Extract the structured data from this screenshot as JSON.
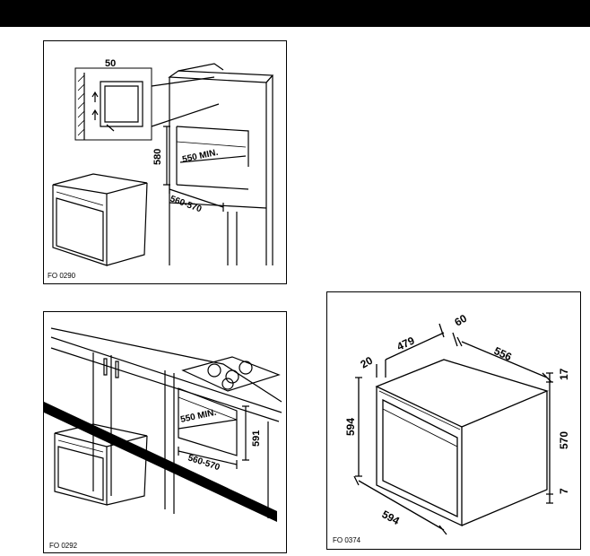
{
  "header": {
    "bar_color": "#000000"
  },
  "fig1": {
    "code": "FO 0290",
    "dim_gap": "50",
    "dim_height": "580",
    "dim_opening": "550 MIN.",
    "dim_width": "560-570"
  },
  "fig2": {
    "code": "FO 0292",
    "dim_opening": "550 MIN.",
    "dim_height": "591",
    "dim_width": "560-570"
  },
  "fig3": {
    "code": "FO 0374",
    "dim_20": "20",
    "dim_479": "479",
    "dim_60": "60",
    "dim_556": "556",
    "dim_17": "17",
    "dim_594h": "594",
    "dim_570": "570",
    "dim_7": "7",
    "dim_594w": "594"
  }
}
